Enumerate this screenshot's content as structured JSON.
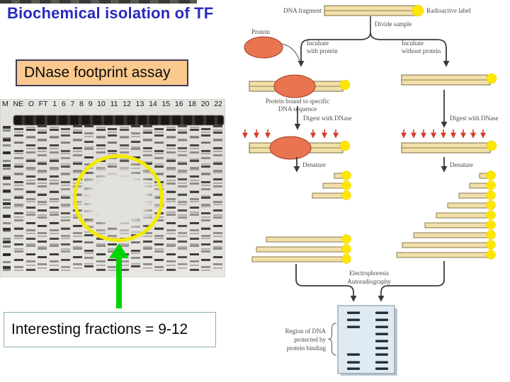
{
  "title": "Biochemical isolation of TF",
  "assay_box": {
    "label": "DNase footprint assay"
  },
  "gel": {
    "lanes": [
      "M",
      "NE",
      "O",
      "FT",
      "1",
      "6",
      "7",
      "8",
      "9",
      "10",
      "11",
      "12",
      "13",
      "14",
      "15",
      "16",
      "18",
      "20",
      "22"
    ]
  },
  "callout": {
    "label": "Interesting fractions = 9-12"
  },
  "diagram": {
    "dna_fragment": "DNA fragment",
    "radioactive_label": "Radioactive label",
    "divide_sample": "Divide sample",
    "protein": "Protein",
    "incubate_with": [
      "Incubate",
      "with protein"
    ],
    "incubate_without": [
      "Incubate",
      "without protein"
    ],
    "protein_bound": [
      "Protein bound to specific",
      "DNA sequence"
    ],
    "digest_with_dnase": "Digest with DNase",
    "denature": "Denature",
    "electrophoresis": [
      "Electrophoresis",
      "Autoradiography"
    ],
    "region_protected": [
      "Region of DNA",
      "protected by",
      "protein binding"
    ]
  },
  "colors": {
    "title_blue": "#2a2ac0",
    "assay_box_bg": "#fbc98e",
    "assay_box_border": "#3d3d55",
    "highlight_circle_yellow": "#f2ea00",
    "green_arrow": "#00d400",
    "protein_fill": "#e87450",
    "protein_stroke": "#a43d1f",
    "dna_fill": "#f1e0a9",
    "dna_stroke": "#6e5c33",
    "radioactive_yellow": "#ffe800",
    "dnase_arrow_red": "#d93a2b",
    "result_gel_bg": "#dfeaf2",
    "result_gel_border": "#7c8b96",
    "result_band": "#222c38",
    "callout_border": "#8ab0b4"
  }
}
